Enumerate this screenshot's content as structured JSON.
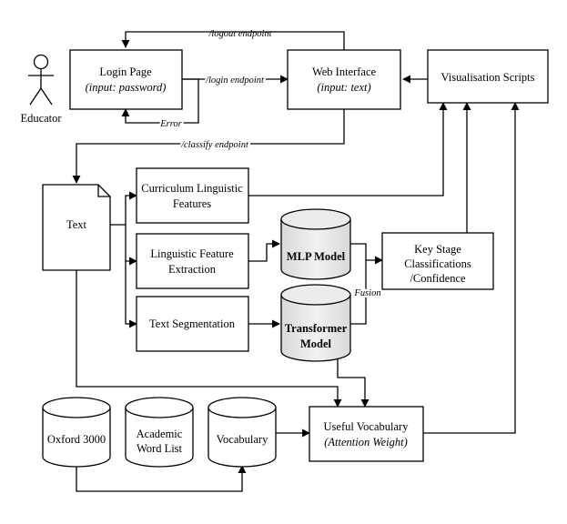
{
  "actor": {
    "label": "Educator"
  },
  "login": {
    "title": "Login Page",
    "subtitle": "(input: password)"
  },
  "web": {
    "title": "Web Interface",
    "subtitle": "(input: text)"
  },
  "vis": {
    "title": "Visualisation Scripts"
  },
  "text_doc": {
    "label": "Text"
  },
  "curr": {
    "line1": "Curriculum Linguistic",
    "line2": "Features"
  },
  "lfe": {
    "line1": "Linguistic Feature",
    "line2": "Extraction"
  },
  "seg": {
    "label": "Text Segmentation"
  },
  "mlp": {
    "label": "MLP Model"
  },
  "trans": {
    "line1": "Transformer",
    "line2": "Model"
  },
  "ks": {
    "line1": "Key Stage",
    "line2": "Classifications",
    "line3": "/Confidence"
  },
  "oxford": {
    "label": "Oxford 3000"
  },
  "awl": {
    "line1": "Academic",
    "line2": "Word List"
  },
  "vocab": {
    "label": "Vocabulary"
  },
  "useful": {
    "title": "Useful Vocabulary",
    "subtitle": "(Attention Weight)"
  },
  "edges": {
    "logout": "/logout endpoint",
    "login": "/login endpoint",
    "error": "Error",
    "classify": "/classify endpoint",
    "fusion": "Fusion"
  },
  "colors": {
    "stroke": "#000000",
    "cylinder_fill": "#e6e6e6",
    "background": "#ffffff"
  }
}
